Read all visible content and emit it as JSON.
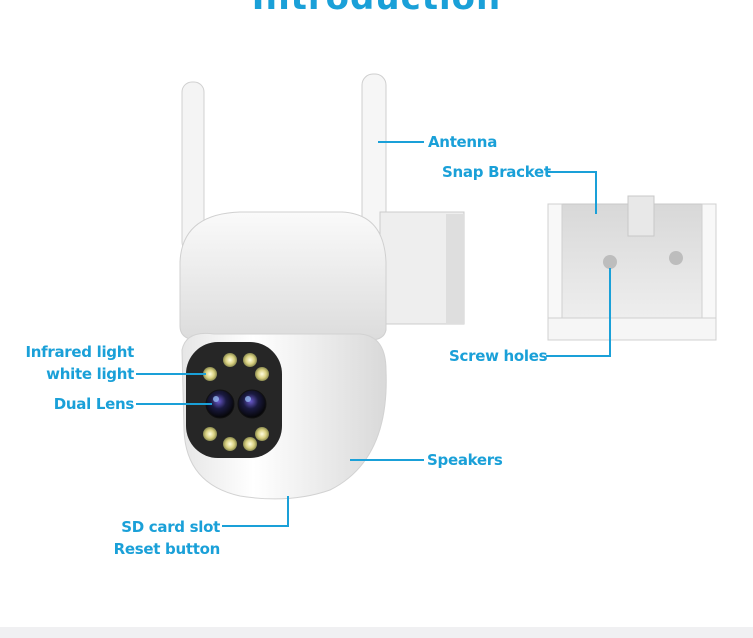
{
  "title": "Introduction",
  "colors": {
    "accent": "#1aa0d8",
    "leader": "#1aa0d8",
    "body": "#ffffff",
    "lens": "#2b2b2b"
  },
  "labels": {
    "antenna": "Antenna",
    "snap_bracket": "Snap Bracket",
    "infrared_light": "Infrared light",
    "white_light": "white light",
    "dual_lens": "Dual Lens",
    "screw_holes": "Screw holes",
    "speakers": "Speakers",
    "sd_card_slot": "SD card slot",
    "reset_button": "Reset button"
  }
}
